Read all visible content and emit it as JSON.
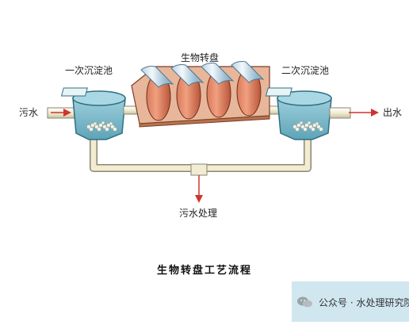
{
  "labels": {
    "primary_clarifier": "一次沉淀池",
    "rotating_disc": "生物转盘",
    "secondary_clarifier": "二次沉淀池",
    "inflow": "污水",
    "outflow": "出水",
    "sludge": "污水处理"
  },
  "caption": "生物转盘工艺流程",
  "watermark": "公众号 · 水处理研究院",
  "colors": {
    "tank": "#8ac4d4",
    "pipe": "#f1ecd2",
    "arrow": "#d0342c",
    "disc_shell": "#e3a98b",
    "disc_body": "#cfe3ee"
  },
  "icons": [
    "wechat-icon"
  ]
}
